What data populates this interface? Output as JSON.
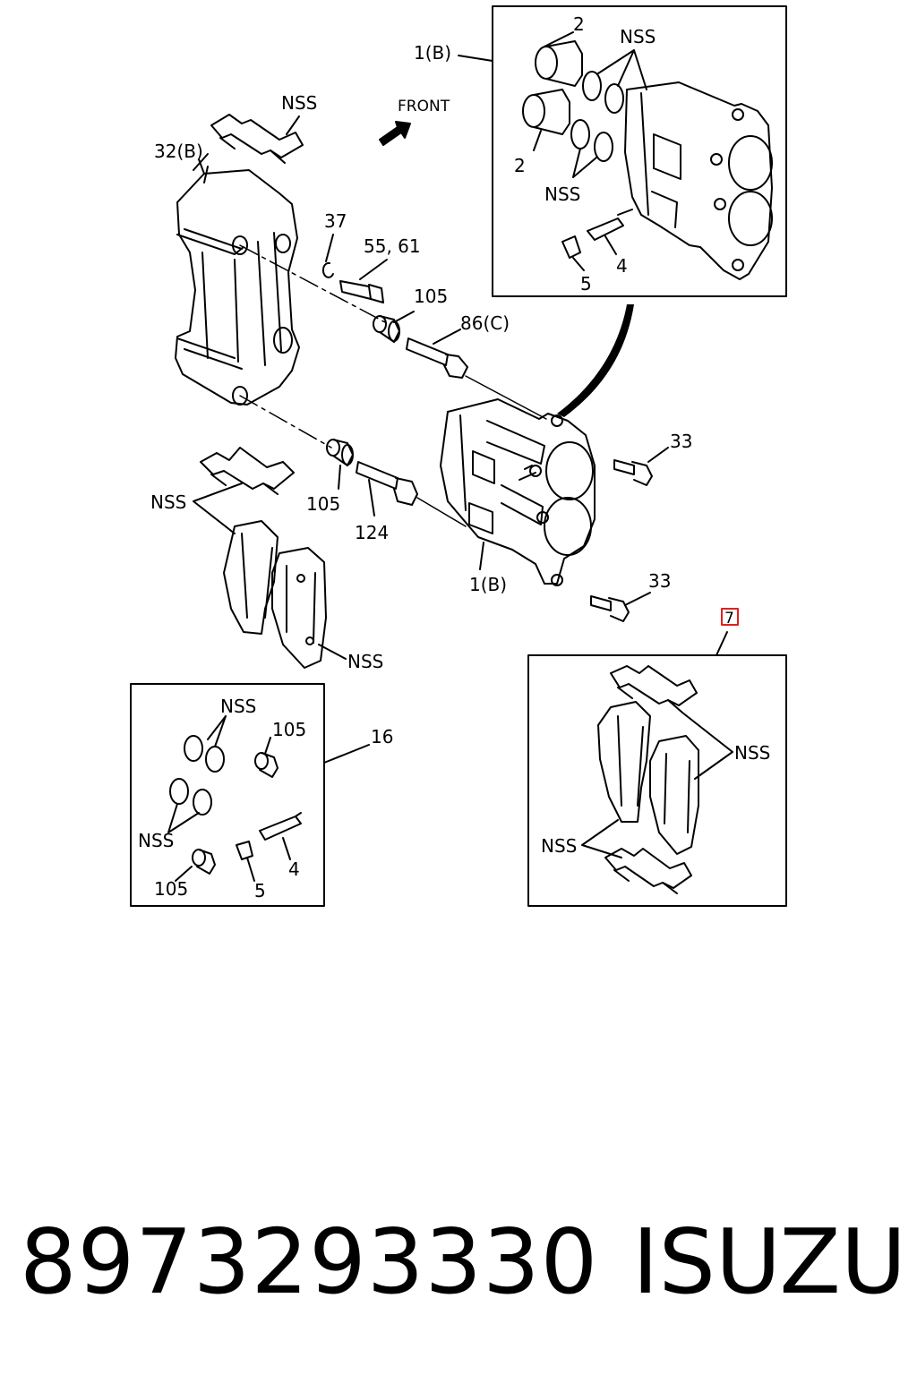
{
  "labels": {
    "top_inset_part": "1(B)",
    "front": "FRONT",
    "piston_top": "2",
    "piston_bottom": "2",
    "nss_inset_top": "NSS",
    "nss_inset_mid": "NSS",
    "bleeder_4_top": "4",
    "cap_5_top": "5",
    "nss_clip_top": "NSS",
    "bracket": "32(B)",
    "clip_37": "37",
    "bolt_55_61": "55, 61",
    "boot_105_top": "105",
    "pin_86c": "86(C)",
    "bolt_33_top": "33",
    "nss_pads_left": "NSS",
    "boot_105_mid": "105",
    "pin_124": "124",
    "caliper_1b": "1(B)",
    "bolt_33_bottom": "33",
    "nss_pads_right": "NSS",
    "kit_16": "16",
    "kit_nss_top": "NSS",
    "kit_105_top": "105",
    "kit_nss_left": "NSS",
    "kit_4": "4",
    "kit_105_bottom": "105",
    "kit_5": "5",
    "pad_kit_ref": "7",
    "pad_kit_nss_right": "NSS",
    "pad_kit_nss_left": "NSS"
  },
  "footer": {
    "part_number": "8973293330",
    "brand": "ISUZU"
  },
  "colors": {
    "line": "#000000",
    "highlight": "#e02020",
    "background": "#ffffff"
  }
}
